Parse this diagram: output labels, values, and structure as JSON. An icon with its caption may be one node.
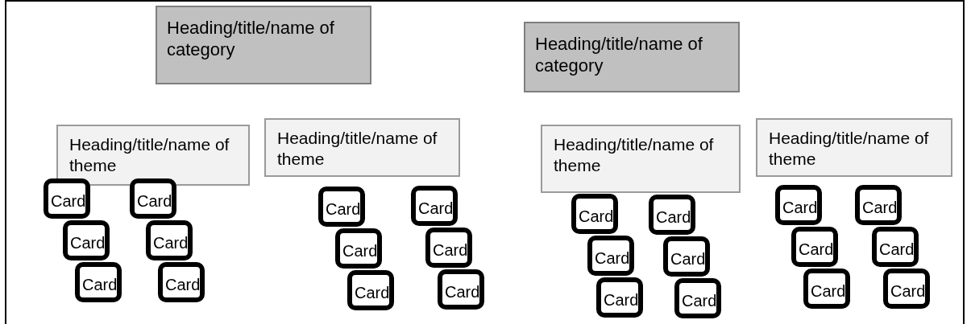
{
  "diagram": {
    "nodes": [
      {
        "text": [
          "Heading/title/name of category"
        ]
      },
      {
        "text": [
          "Heading/title/name of category"
        ]
      },
      {
        "text": [
          "Heading/title/name of theme"
        ]
      },
      {
        "text": [
          "Heading/title/name of theme"
        ]
      },
      {
        "text": [
          "Heading/title/name of theme"
        ]
      },
      {
        "text": [
          "Heading/title/name of theme"
        ]
      },
      {
        "text": [
          "Card"
        ]
      },
      {
        "text": [
          "Card"
        ]
      },
      {
        "text": [
          "Card"
        ]
      },
      {
        "text": [
          "Card"
        ]
      },
      {
        "text": [
          "Card"
        ]
      },
      {
        "text": [
          "Card"
        ]
      },
      {
        "text": [
          "Card"
        ]
      },
      {
        "text": [
          "Card"
        ]
      },
      {
        "text": [
          "Card"
        ]
      },
      {
        "text": [
          "Card"
        ]
      },
      {
        "text": [
          "Card"
        ]
      },
      {
        "text": [
          "Card"
        ]
      },
      {
        "text": [
          "Card"
        ]
      },
      {
        "text": [
          "Card"
        ]
      },
      {
        "text": [
          "Card"
        ]
      },
      {
        "text": [
          "Card"
        ]
      },
      {
        "text": [
          "Card"
        ]
      },
      {
        "text": [
          "Card"
        ]
      },
      {
        "text": [
          "Card"
        ]
      },
      {
        "text": [
          "Card"
        ]
      },
      {
        "text": [
          "Card"
        ]
      },
      {
        "text": [
          "Card"
        ]
      },
      {
        "text": [
          "Card"
        ]
      },
      {
        "text": [
          "Card"
        ]
      }
    ],
    "edges": []
  }
}
